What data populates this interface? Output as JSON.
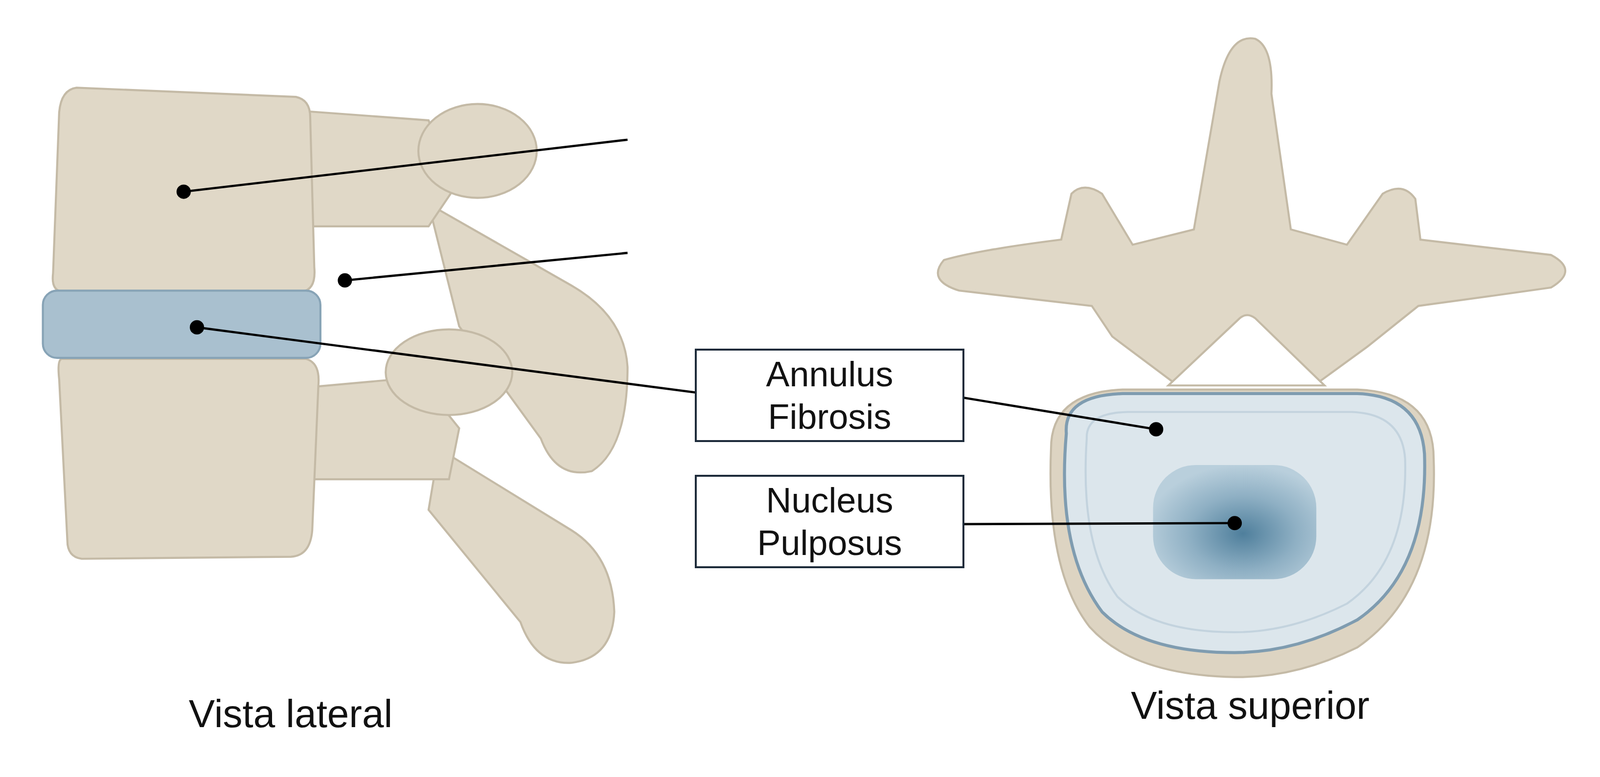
{
  "diagram": {
    "nodes": [
      {
        "text": [
          "Annulus Fibrosis"
        ]
      },
      {
        "text": [
          "Nucleus Pulposus"
        ]
      }
    ],
    "labels": [
      "Vista lateral",
      "Vista superior"
    ]
  }
}
